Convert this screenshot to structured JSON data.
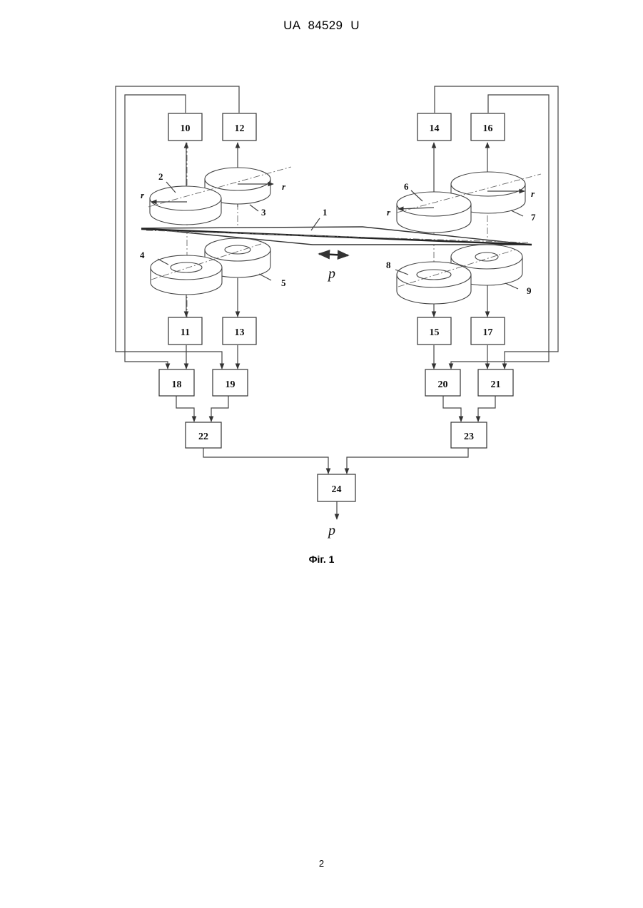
{
  "header": {
    "text": "UA   84529   U"
  },
  "figure": {
    "blocks": [
      "10",
      "12",
      "14",
      "16",
      "11",
      "13",
      "15",
      "17",
      "18",
      "19",
      "20",
      "21",
      "22",
      "23",
      "24"
    ],
    "element_labels": [
      "1",
      "2",
      "3",
      "4",
      "5",
      "6",
      "7",
      "8",
      "9"
    ],
    "radius_symbol": "r",
    "signal_symbol": "p"
  },
  "caption": "Фіг. 1",
  "page_number": "2"
}
